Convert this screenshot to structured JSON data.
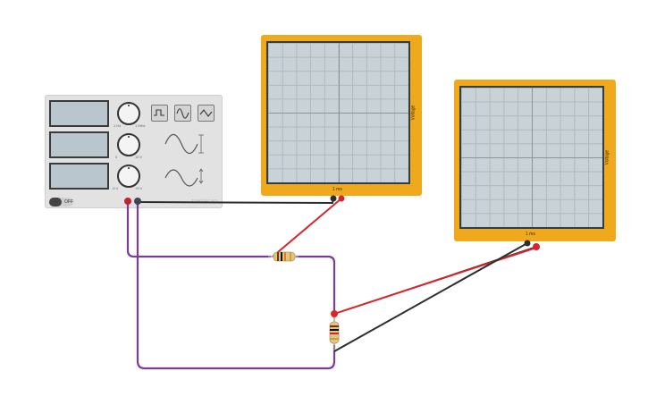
{
  "function_generator": {
    "power_label": "OFF",
    "brand": "TINKERCAD",
    "waveforms": [
      "square-wave-icon",
      "sine-wave-icon",
      "triangle-wave-icon"
    ],
    "knob_labels": {
      "frequency_min": "1 Hz",
      "frequency_max": "1 MHz",
      "amplitude_min": "0",
      "amplitude_max": "10 V",
      "offset_min": "-5 V",
      "offset_max": "+5 V"
    }
  },
  "oscilloscope_1": {
    "voltage_label": "Voltage",
    "time_label": "1 ms"
  },
  "oscilloscope_2": {
    "voltage_label": "Voltage",
    "time_label": "1 ms"
  },
  "colors": {
    "wire_red": "#d7262b",
    "wire_black": "#2e2e2e",
    "wire_purple": "#7a3c94",
    "scope_body": "#f0a91d",
    "resistor_body": "#e2c48a"
  }
}
